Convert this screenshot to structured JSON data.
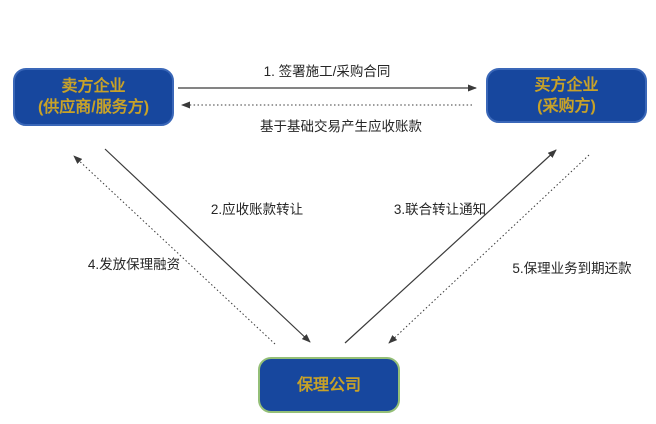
{
  "diagram": {
    "nodes": {
      "seller": {
        "line1": "卖方企业",
        "line2": "(供应商/服务方)"
      },
      "buyer": {
        "line1": "买方企业",
        "line2": "(采购方)"
      },
      "factoring": {
        "line1": "保理公司"
      }
    },
    "edges": {
      "contract": {
        "label": "1. 签署施工/采购合同",
        "from": "seller",
        "to": "buyer",
        "line": "solid"
      },
      "receivable": {
        "label": "基于基础交易产生应收账款",
        "from": "buyer",
        "to": "seller",
        "line": "dotted"
      },
      "transfer": {
        "label": "2.应收账款转让",
        "from": "seller",
        "to": "factoring",
        "line": "solid"
      },
      "notice": {
        "label": "3.联合转让通知",
        "from": "factoring",
        "to": "buyer",
        "line": "solid"
      },
      "financing": {
        "label": "4.发放保理融资",
        "from": "factoring",
        "to": "seller",
        "line": "dotted"
      },
      "repayment": {
        "label": "5.保理业务到期还款",
        "from": "buyer",
        "to": "factoring",
        "line": "dotted"
      }
    },
    "colors": {
      "background": "#FFFFFF",
      "node_fill": "#17479E",
      "node_border": "#3A67B8",
      "factoring_border": "#94BF77",
      "node_text": "#C8A228",
      "arrow": "#3A3A3A",
      "label_text": "#262626"
    }
  }
}
